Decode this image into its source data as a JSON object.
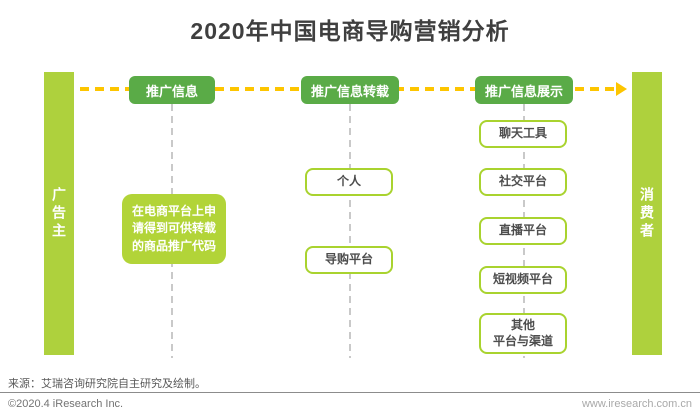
{
  "title": "2020年中国电商导购营销分析",
  "colors": {
    "bar_green": "#aed13d",
    "note_green": "#b2d438",
    "stage_green": "#5aab47",
    "outline_green": "#a9d32f",
    "arrow_gold": "#fdc500",
    "dash_gray": "#c9c9c9"
  },
  "left_bar": {
    "label": "广告主"
  },
  "right_bar": {
    "label": "消费者"
  },
  "columns": [
    {
      "label": "推广信息",
      "note": "在电商平台上申请得到可供转载的商品推广代码"
    },
    {
      "label": "推广信息转载",
      "boxes": [
        "个人",
        "导购平台"
      ]
    },
    {
      "label": "推广信息展示",
      "boxes": [
        "聊天工具",
        "社交平台",
        "直播平台",
        "短视频平台",
        "其他\n平台与渠道"
      ]
    }
  ],
  "footer": {
    "source": "来源：艾瑞咨询研究院自主研究及绘制。",
    "copyright": "©2020.4 iResearch Inc.",
    "website": "www.iresearch.com.cn"
  }
}
